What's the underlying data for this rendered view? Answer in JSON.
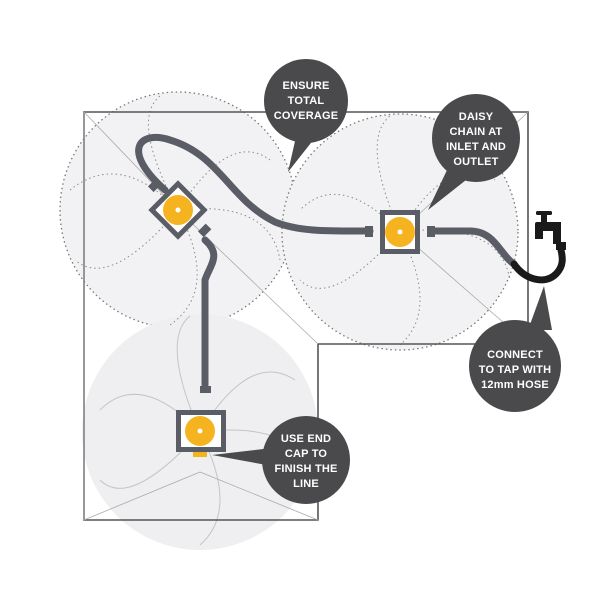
{
  "colors": {
    "pipe": "#5b5d66",
    "callout": "#4a4a4d",
    "sprinkler_head": "#f5b31f",
    "hose": "#1a1a1a",
    "coverage_fill": "#f0f0f2",
    "outline": "#555555"
  },
  "callouts": {
    "coverage": [
      "ENSURE",
      "TOTAL",
      "COVERAGE"
    ],
    "daisy_chain": [
      "DAISY",
      "CHAIN AT",
      "INLET AND",
      "OUTLET"
    ],
    "tap": [
      "CONNECT",
      "TO TAP WITH",
      "12mm HOSE"
    ],
    "end_cap": [
      "USE END",
      "CAP TO",
      "FINISH THE",
      "LINE"
    ]
  },
  "icons": {
    "tap": "tap-faucet-icon",
    "sprinkler": "sprinkler-head-icon"
  }
}
